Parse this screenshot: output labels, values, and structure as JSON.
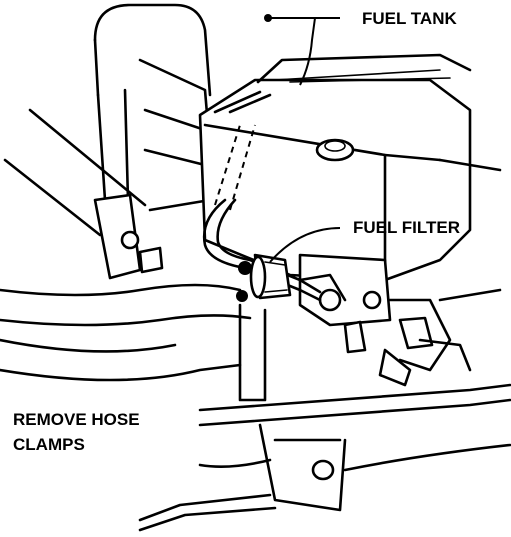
{
  "labels": {
    "fuel_tank": "FUEL TANK",
    "fuel_filter": "FUEL FILTER",
    "remove_hose_line1": "REMOVE HOSE",
    "remove_hose_line2": "CLAMPS"
  },
  "colors": {
    "ink": "#000000",
    "paper": "#ffffff"
  }
}
